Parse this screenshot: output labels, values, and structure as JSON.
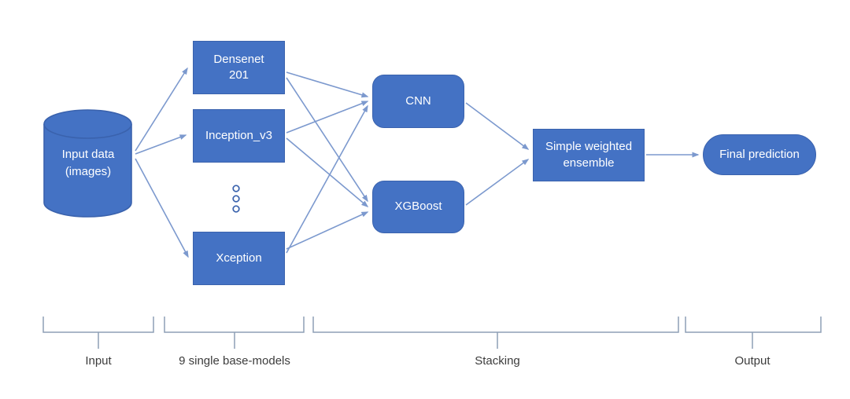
{
  "diagram": {
    "nodes": {
      "input": {
        "label": "Input data\n(images)",
        "shape": "cylinder"
      },
      "densenet": {
        "label": "Densenet\n201",
        "shape": "rectangle"
      },
      "inception": {
        "label": "Inception_v3",
        "shape": "rectangle"
      },
      "xception": {
        "label": "Xception",
        "shape": "rectangle"
      },
      "cnn": {
        "label": "CNN",
        "shape": "rounded-rectangle"
      },
      "xgboost": {
        "label": "XGBoost",
        "shape": "rounded-rectangle"
      },
      "ensemble": {
        "label": "Simple weighted\nensemble",
        "shape": "rectangle"
      },
      "final": {
        "label": "Final prediction",
        "shape": "pill"
      }
    },
    "edges": [
      {
        "from": "input",
        "to": "densenet"
      },
      {
        "from": "input",
        "to": "inception"
      },
      {
        "from": "input",
        "to": "xception"
      },
      {
        "from": "densenet",
        "to": "cnn"
      },
      {
        "from": "densenet",
        "to": "xgboost"
      },
      {
        "from": "inception",
        "to": "cnn"
      },
      {
        "from": "inception",
        "to": "xgboost"
      },
      {
        "from": "xception",
        "to": "cnn"
      },
      {
        "from": "xception",
        "to": "xgboost"
      },
      {
        "from": "cnn",
        "to": "ensemble"
      },
      {
        "from": "xgboost",
        "to": "ensemble"
      },
      {
        "from": "ensemble",
        "to": "final"
      }
    ],
    "ellipsis_dot_count": 3,
    "stages": [
      {
        "id": "input",
        "label": "Input"
      },
      {
        "id": "base_models",
        "label": "9 single base-models"
      },
      {
        "id": "stacking",
        "label": "Stacking"
      },
      {
        "id": "output",
        "label": "Output"
      }
    ],
    "colors": {
      "node_fill": "#4472C4",
      "node_border": "#3A62AD",
      "node_text": "#FFFFFF",
      "arrow": "#7C99CE",
      "bracket": "#8D9FB5",
      "stage_label_text": "#3C3C3C",
      "background": "#FFFFFF"
    }
  }
}
